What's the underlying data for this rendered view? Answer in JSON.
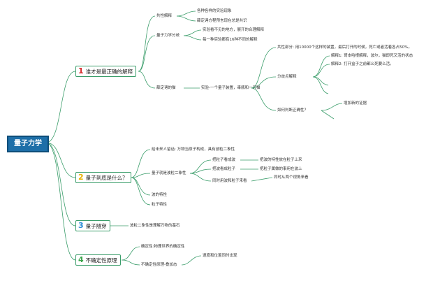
{
  "root": "量子力学",
  "branches": [
    {
      "num": "1",
      "num_color": "#d62a2a",
      "label": "谁才是最正确的解释",
      "children": [
        {
          "text": "共性解释",
          "children": [
            "各种各样的实验现象",
            "薛定谔方程预言现在总是共识"
          ]
        },
        {
          "text": "量子力学分歧",
          "children": [
            "实验看不见的地方，展开的合理解释",
            "每一种实验都有16种不同的解释"
          ]
        },
        {
          "text": "薛定谔的猫",
          "child": "实验-一个量子装置，毒瓶和一只猫",
          "grand": [
            {
              "text": "共性部分: 用10000个这样的装置，最后打开的时候，死亡或者活着各占50%。"
            },
            {
              "text": "分歧点解释",
              "children": [
                "解释1: 哥本哈根解释，波尔，猫即死又活的状态",
                "解释2: 打开盒子之前都么死要么活。"
              ]
            },
            {
              "text": "如何判断正确性？",
              "children": [
                "增加新的证据"
              ]
            }
          ]
        }
      ]
    },
    {
      "num": "2",
      "num_color": "#e8b000",
      "label": "量子到底是什么？",
      "children": [
        {
          "text": "给未来人留话: 万物当原子构成，具有波粒二象性"
        },
        {
          "text": "量子就是波粒二象性",
          "children": [
            {
              "text": "把粒子看成波",
              "child": "把波的特性放在粒子上来"
            },
            {
              "text": "把波看成粒子",
              "child": "把粒子属做的事用在波上"
            },
            {
              "text": "同时用波和粒子来看",
              "child": "同时从两个视角来看"
            }
          ]
        },
        {
          "text": "波的特性"
        },
        {
          "text": "粒子特性"
        }
      ]
    },
    {
      "num": "3",
      "num_color": "#2a8bd6",
      "label": "量子隧穿",
      "children": [
        {
          "text": "波粒二象性是理解万物的基石"
        }
      ]
    },
    {
      "num": "4",
      "num_color": "#3aa34a",
      "label": "不确定性原理",
      "children": [
        {
          "text": "确定性:物理世界的确定性"
        },
        {
          "text": "不确定性原理-叠加态",
          "children": [
            "速度和位置同时出现"
          ]
        }
      ]
    }
  ],
  "colors": {
    "branch_line": "#3a9d6a",
    "root_fill": "#1e6fa8"
  }
}
